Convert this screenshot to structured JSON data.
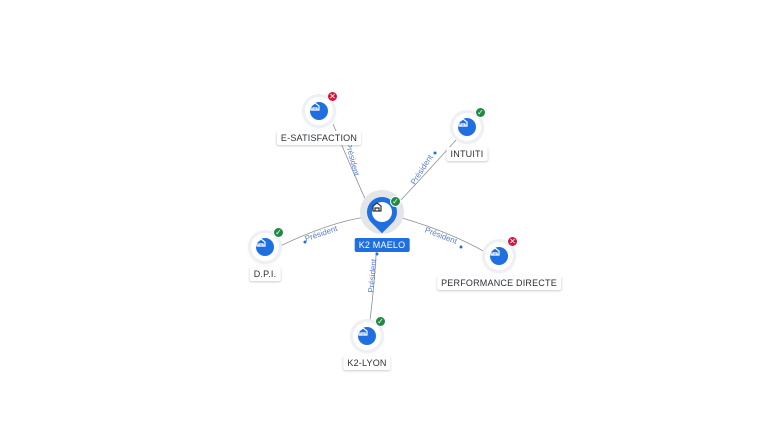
{
  "center": {
    "label": "K2 MAELO",
    "status": "ok",
    "icon": "building-icon"
  },
  "nodes": [
    {
      "id": "e-satisfaction",
      "label": "E-SATISFACTION",
      "status": "ko",
      "icon": "building-icon"
    },
    {
      "id": "intuiti",
      "label": "INTUITI",
      "status": "ok",
      "icon": "building-icon"
    },
    {
      "id": "dpi",
      "label": "D.P.I.",
      "status": "ok",
      "icon": "building-icon"
    },
    {
      "id": "performance-directe",
      "label": "PERFORMANCE DIRECTE",
      "status": "ko",
      "icon": "building-icon"
    },
    {
      "id": "k2-lyon",
      "label": "K2-LYON",
      "status": "ok",
      "icon": "building-icon"
    }
  ],
  "edge_label": "Président",
  "colors": {
    "accent": "#1f6fe0",
    "ok": "#1e8a43",
    "ko": "#d3163a",
    "edge": "#8a8f96",
    "edge_label": "#5a7dc8"
  }
}
